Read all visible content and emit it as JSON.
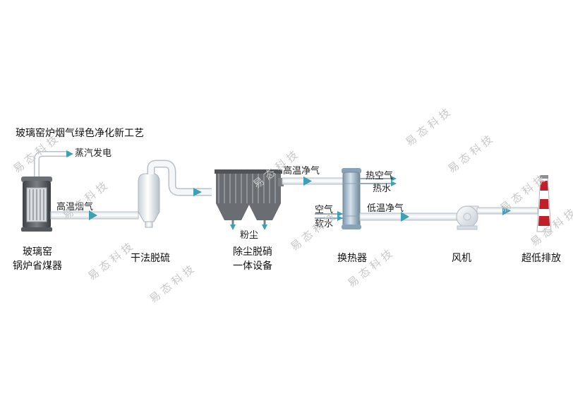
{
  "title": "玻璃窑炉烟气绿色净化新工艺",
  "watermark": "易态科技",
  "colors": {
    "pipe_fill": "#f4f6f8",
    "pipe_stroke": "#b9c0c8",
    "arrow": "#3f9fb4",
    "equipment_dark": "#585c60",
    "stack_red": "#c0202a"
  },
  "stream_labels": {
    "steam_power": "蒸汽发电",
    "high_temp_flue_gas": "高温烟气",
    "high_temp_clean_gas": "高温净气",
    "hot_air": "热空气",
    "hot_water": "热水",
    "air": "空气",
    "soft_water": "软水",
    "low_temp_clean_gas": "低温净气",
    "dust": "粉尘"
  },
  "equipment": {
    "economizer": [
      "玻璃窑",
      "锅炉省煤器"
    ],
    "desulfurizer": "干法脱硫",
    "dust_denitration": [
      "除尘脱硝",
      "一体设备"
    ],
    "heat_exchanger": "换热器",
    "fan": "风机",
    "stack": "超低排放"
  }
}
